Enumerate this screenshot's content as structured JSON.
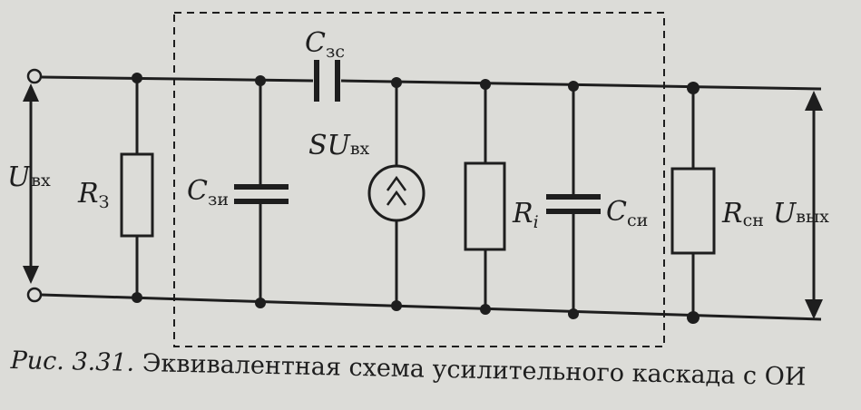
{
  "components": {
    "r3": {
      "main": "R",
      "sub": "З"
    },
    "czi": {
      "main": "C",
      "sub": "зи"
    },
    "czc": {
      "main": "C",
      "sub": "зс"
    },
    "su": {
      "main": "SU",
      "sub": "вх"
    },
    "ri": {
      "main": "R",
      "sub": "i"
    },
    "csi": {
      "main": "C",
      "sub": "си"
    },
    "rsn": {
      "main": "R",
      "sub": "сн"
    }
  },
  "ports": {
    "uin": {
      "main": "U",
      "sub": "вх"
    },
    "uout": {
      "main": "U",
      "sub": "вых"
    }
  },
  "caption": {
    "number": "Рис. 3.31.",
    "text": "Эквивалентная схема усилительного каскада с ОИ"
  }
}
